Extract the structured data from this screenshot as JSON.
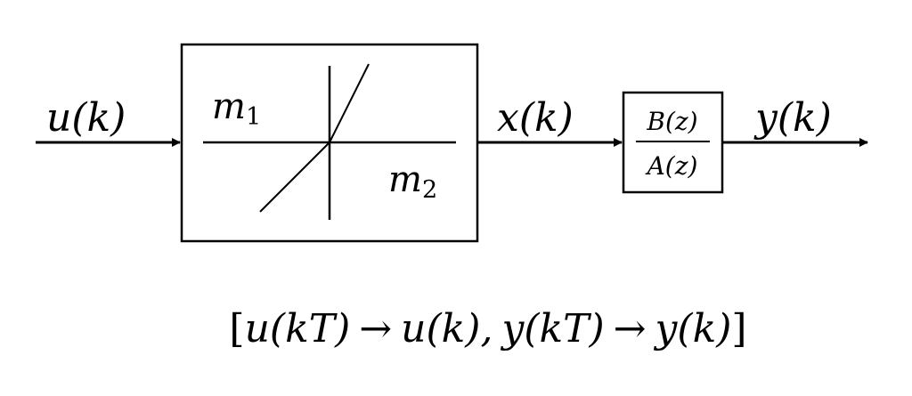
{
  "signals": {
    "input": "u(k)",
    "intermediate": "x(k)",
    "output": "y(k)"
  },
  "nonlinear_block": {
    "slope_upper": "m",
    "slope_upper_sub": "1",
    "slope_lower": "m",
    "slope_lower_sub": "2"
  },
  "transfer_function": {
    "numerator": "B(z)",
    "denominator": "A(z)"
  },
  "caption": {
    "open": "[",
    "part1": "u(kT)",
    "arrow1": "→",
    "part2": "u(k),",
    "part3": "y(kT)",
    "arrow2": "→",
    "part4": "y(k)",
    "close": "]"
  }
}
